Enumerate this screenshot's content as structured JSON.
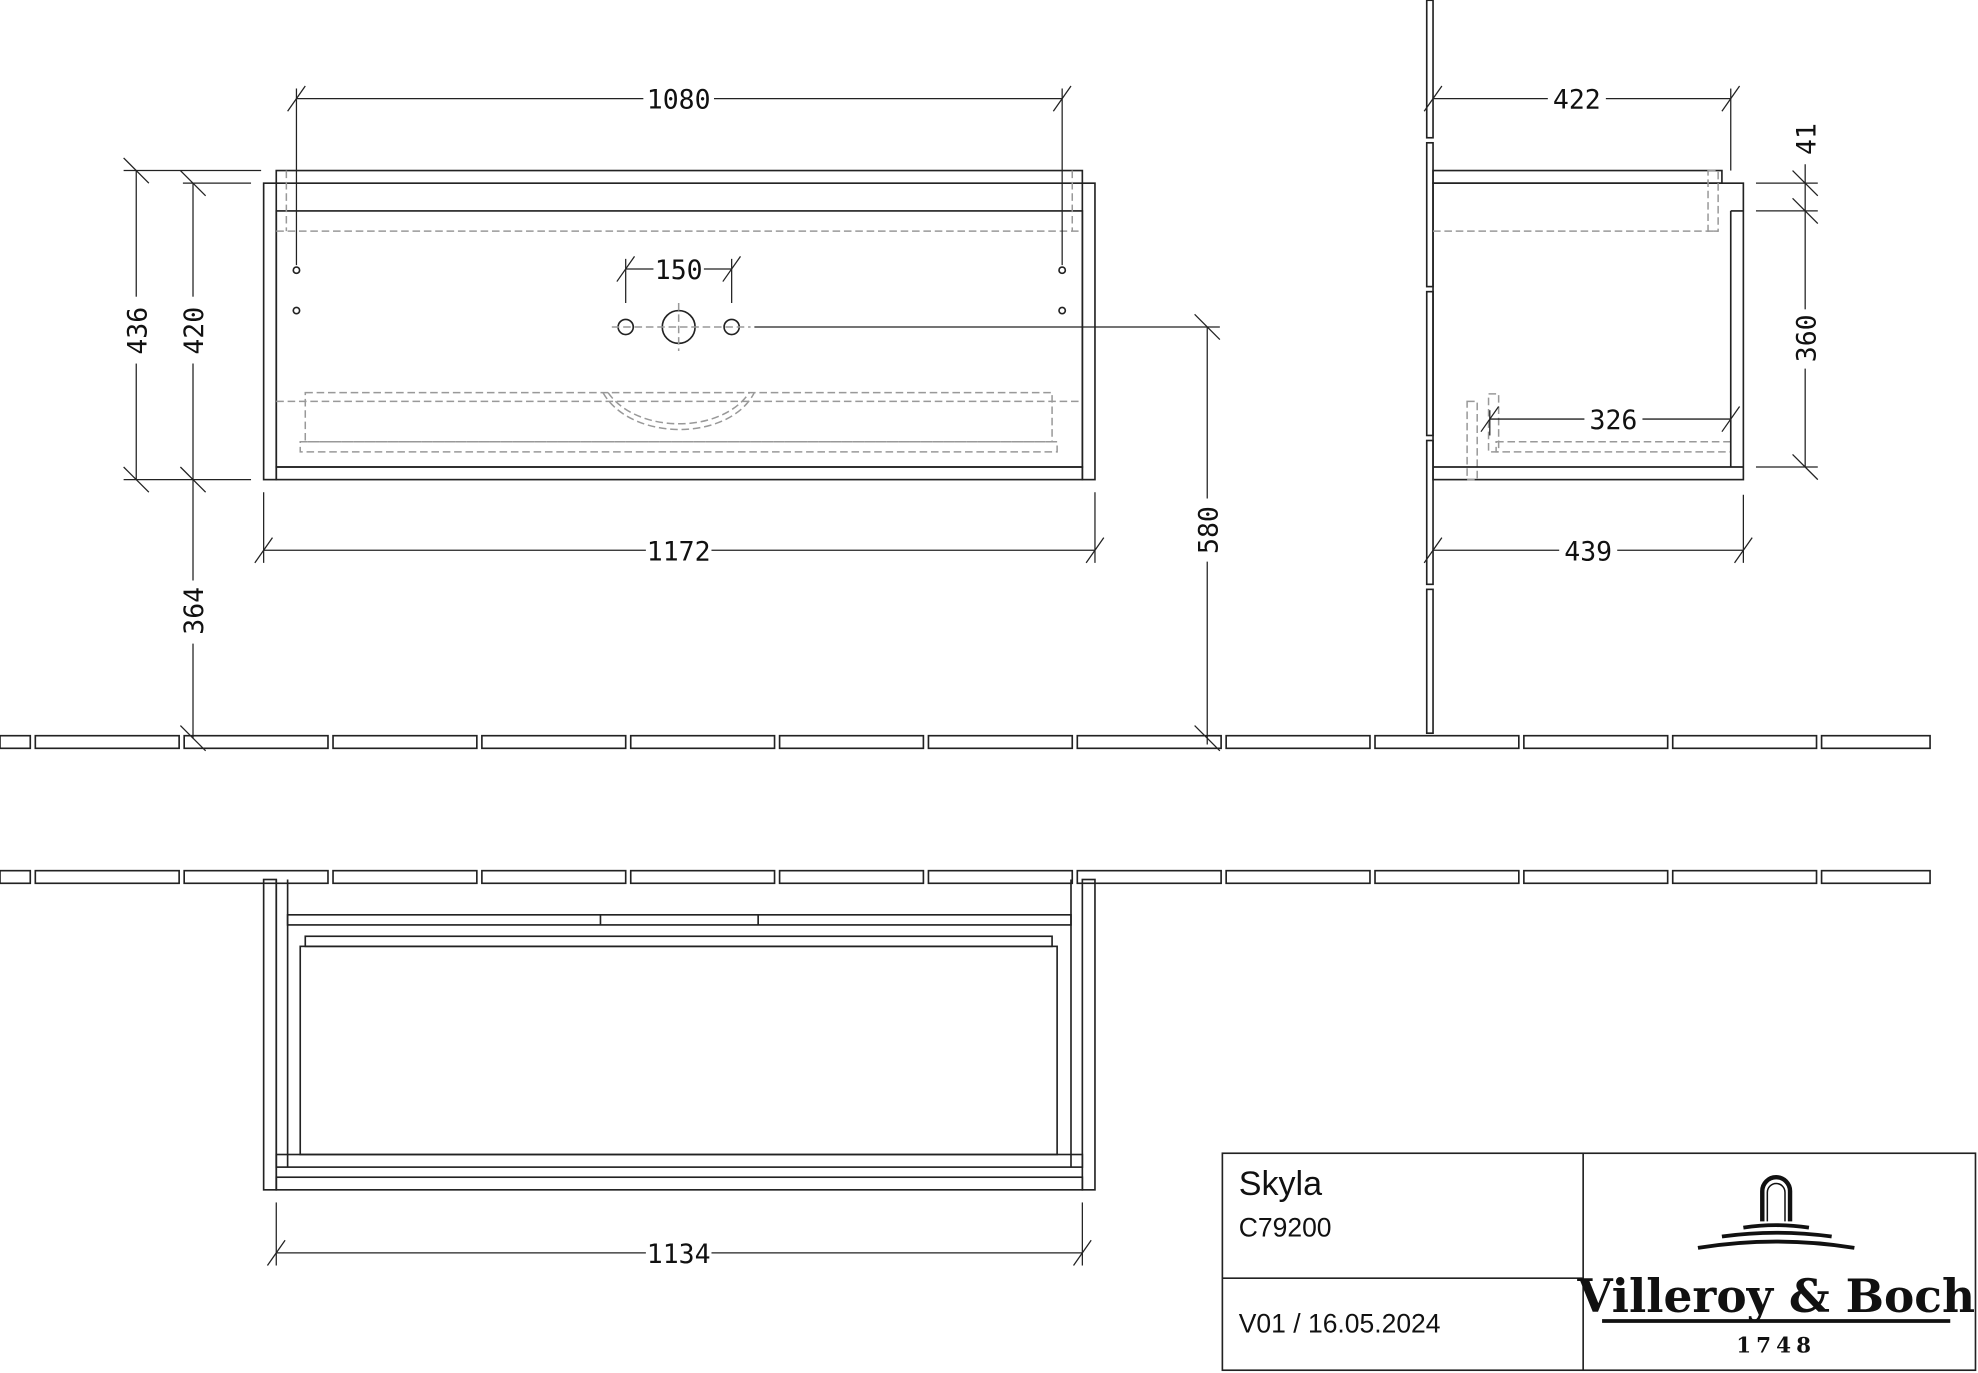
{
  "front_view": {
    "dims": {
      "top_width": "1080",
      "tap_spacing": "150",
      "overall_width": "1172",
      "overall_height": "436",
      "body_height": "420",
      "floor_clearance": "364",
      "tap_height": "580"
    }
  },
  "side_view": {
    "dims": {
      "top_depth": "422",
      "top_thickness": "41",
      "body_inner_height": "360",
      "drawer_depth": "326",
      "overall_depth": "439"
    }
  },
  "plan_view": {
    "dims": {
      "inner_width": "1134"
    }
  },
  "title_block": {
    "product": "Skyla",
    "article": "C79200",
    "version": "V01 /  16.05.2024",
    "brand": "Villeroy & Boch",
    "brand_year": "1748"
  }
}
